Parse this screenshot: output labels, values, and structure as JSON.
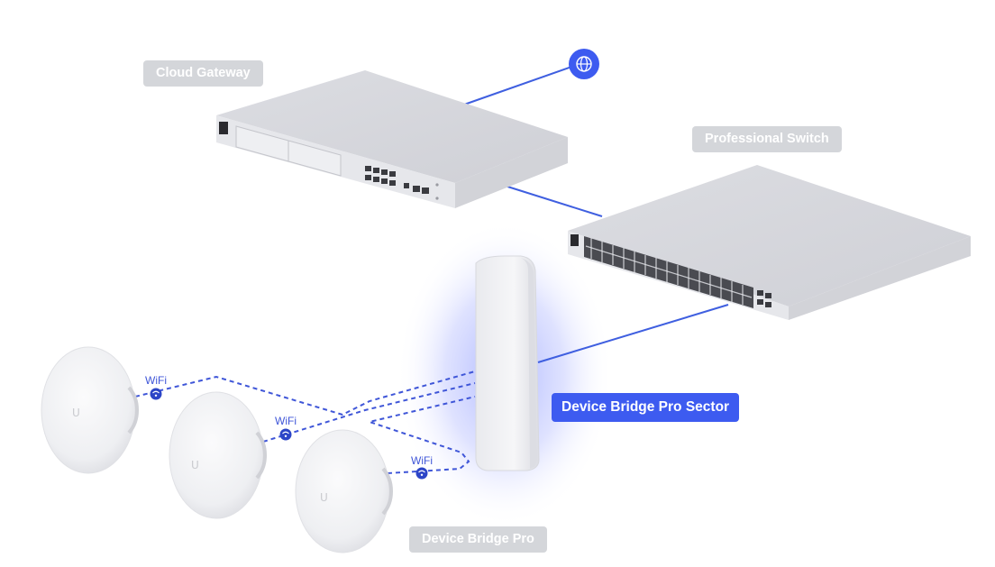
{
  "labels": {
    "cloud_gateway": "Cloud Gateway",
    "professional_switch": "Professional Switch",
    "device_bridge_pro_sector": "Device Bridge Pro Sector",
    "device_bridge_pro": "Device Bridge Pro"
  },
  "wifi_label": "WiFi",
  "icons": {
    "internet": "globe-icon",
    "wifi": "wifi-icon",
    "brand": "ubiquiti-u-logo-icon"
  },
  "colors": {
    "accent": "#3d5bf0",
    "link_line": "#3f5fe0",
    "tag_gray": "#d4d6da",
    "device_body": "#e3e4e8",
    "glow": "#6c7dff"
  }
}
